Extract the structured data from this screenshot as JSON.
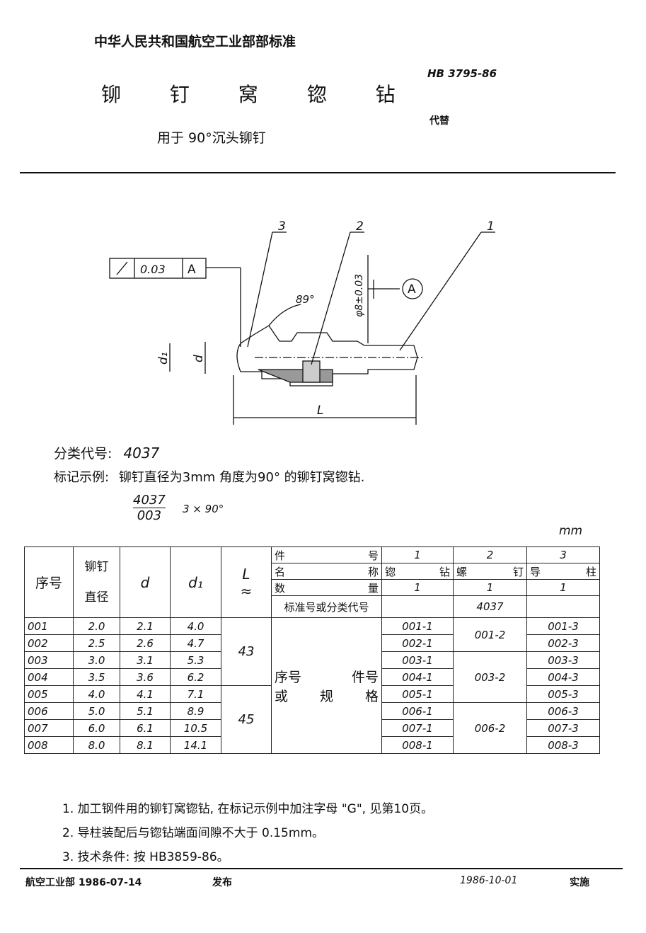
{
  "header": {
    "authority": "中华人民共和国航空工业部部标准",
    "title": "铆 钉 窝 锪 钻",
    "subtitle": "用于 90°沉头铆钉",
    "standard_no": "HB 3795-86",
    "replaces_label": "代替"
  },
  "drawing": {
    "callouts": [
      "3",
      "2",
      "1"
    ],
    "tolerance_value": "0.03",
    "datum": "A",
    "angle": "89°",
    "diameter": "φ8±0.03",
    "dim_d1": "d₁",
    "dim_d": "d",
    "dim_L": "L"
  },
  "classification": {
    "label": "分类代号:",
    "code": "4037"
  },
  "marking": {
    "label": "标记示例:",
    "text": "铆钉直径为3mm 角度为90° 的铆钉窝锪钻.",
    "numerator": "4037",
    "denominator": "003",
    "suffix": "3 × 90°"
  },
  "unit": "mm",
  "table": {
    "headers": {
      "seq": "序号",
      "rivet_dia_1": "铆钉",
      "rivet_dia_2": "直径",
      "d": "d",
      "d1": "d₁",
      "L": "L",
      "L_approx": "≈",
      "part_no": [
        "件",
        "号"
      ],
      "name": [
        "名",
        "称"
      ],
      "qty": [
        "数",
        "量"
      ],
      "std_code": "标准号或分类代号",
      "seq_part_1": [
        "序号",
        "件号"
      ],
      "seq_part_2": [
        "或",
        "规",
        "格"
      ]
    },
    "parts": [
      {
        "no": "1",
        "name": [
          "锪",
          "钻"
        ],
        "qty": "1"
      },
      {
        "no": "2",
        "name": [
          "螺",
          "钉"
        ],
        "qty": "1"
      },
      {
        "no": "3",
        "name": [
          "导",
          "柱"
        ],
        "qty": "1"
      }
    ],
    "std_code_value": "4037",
    "rows": [
      {
        "seq": "001",
        "dia": "2.0",
        "d": "2.1",
        "d1": "4.0",
        "p1": "001-1",
        "p3": "001-3"
      },
      {
        "seq": "002",
        "dia": "2.5",
        "d": "2.6",
        "d1": "4.7",
        "p1": "002-1",
        "p3": "002-3"
      },
      {
        "seq": "003",
        "dia": "3.0",
        "d": "3.1",
        "d1": "5.3",
        "p1": "003-1",
        "p3": "003-3"
      },
      {
        "seq": "004",
        "dia": "3.5",
        "d": "3.6",
        "d1": "6.2",
        "p1": "004-1",
        "p3": "004-3"
      },
      {
        "seq": "005",
        "dia": "4.0",
        "d": "4.1",
        "d1": "7.1",
        "p1": "005-1",
        "p3": "005-3"
      },
      {
        "seq": "006",
        "dia": "5.0",
        "d": "5.1",
        "d1": "8.9",
        "p1": "006-1",
        "p3": "006-3"
      },
      {
        "seq": "007",
        "dia": "6.0",
        "d": "6.1",
        "d1": "10.5",
        "p1": "007-1",
        "p3": "007-3"
      },
      {
        "seq": "008",
        "dia": "8.0",
        "d": "8.1",
        "d1": "14.1",
        "p1": "008-1",
        "p3": "008-3"
      }
    ],
    "L_groups": [
      "43",
      "45"
    ],
    "p2_groups": [
      "001-2",
      "003-2",
      "006-2"
    ]
  },
  "notes": [
    "1. 加工钢件用的铆钉窝锪钻, 在标记示例中加注字母 \"G\", 见第10页。",
    "2. 导柱装配后与锪钻端面间隙不大于 0.15mm。",
    "3. 技术条件: 按 HB3859-86。"
  ],
  "footer": {
    "issuer_date": "航空工业部 1986-07-14",
    "issued": "发布",
    "effective_date": "1986-10-01",
    "effective": "实施"
  }
}
